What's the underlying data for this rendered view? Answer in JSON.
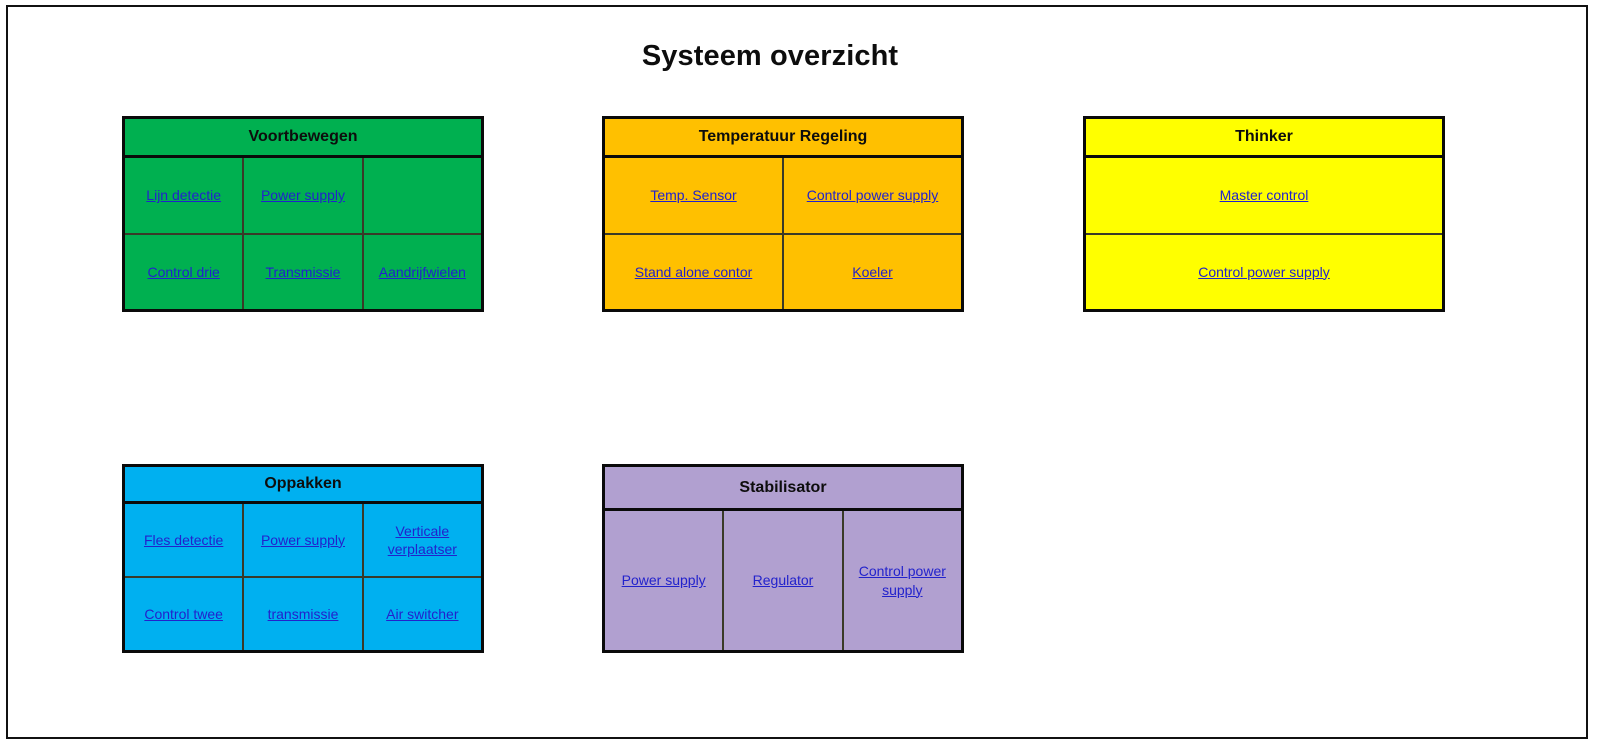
{
  "page": {
    "title": "Systeem overzicht"
  },
  "colors": {
    "voortbewegen": "#00B050",
    "temperatuur": "#FFC000",
    "thinker": "#FFFF00",
    "oppakken": "#00B0F0",
    "stabilisator": "#B1A0D0",
    "link": "#2222CC",
    "border": "#0a0a0a",
    "text": "#0d0d0d"
  },
  "blocks": [
    {
      "id": "voortbewegen",
      "title": "Voortbewegen",
      "rows": [
        [
          "Lijn detectie",
          "Power supply",
          ""
        ],
        [
          "Control drie",
          "Transmissie",
          "Aandrijfwielen"
        ]
      ]
    },
    {
      "id": "temperatuur",
      "title": "Temperatuur Regeling",
      "rows": [
        [
          "Temp. Sensor",
          "Control power supply"
        ],
        [
          "Stand alone contor",
          "Koeler"
        ]
      ]
    },
    {
      "id": "thinker",
      "title": "Thinker",
      "rows": [
        [
          "Master control"
        ],
        [
          "Control power supply"
        ]
      ]
    },
    {
      "id": "oppakken",
      "title": "Oppakken",
      "rows": [
        [
          "Fles detectie",
          "Power supply",
          "Verticale verplaatser"
        ],
        [
          "Control twee",
          "transmissie",
          "Air switcher"
        ]
      ]
    },
    {
      "id": "stabilisator",
      "title": "Stabilisator",
      "rows": [
        [
          "Power supply",
          "Regulator",
          "Control power supply"
        ]
      ]
    }
  ]
}
